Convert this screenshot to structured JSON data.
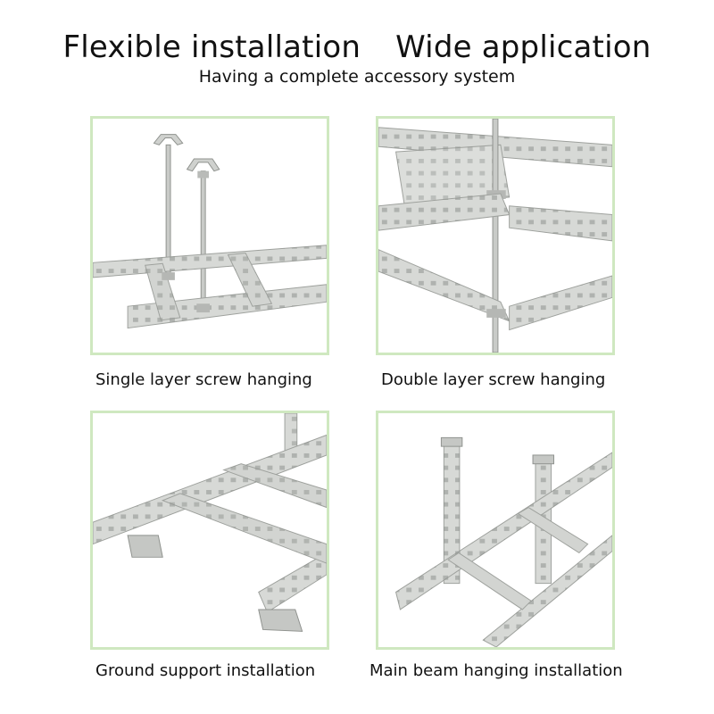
{
  "header": {
    "title_left": "Flexible installation",
    "title_right": "Wide application",
    "subtitle": "Having a complete accessory system"
  },
  "panels": [
    {
      "caption": "Single layer screw hanging"
    },
    {
      "caption": "Double layer screw hanging"
    },
    {
      "caption": "Ground support installation"
    },
    {
      "caption": "Main beam hanging installation"
    }
  ],
  "colors": {
    "panel_border": "#cfe8c0",
    "steel": "#d7d9d6",
    "steel_edge": "#9ea19d"
  }
}
